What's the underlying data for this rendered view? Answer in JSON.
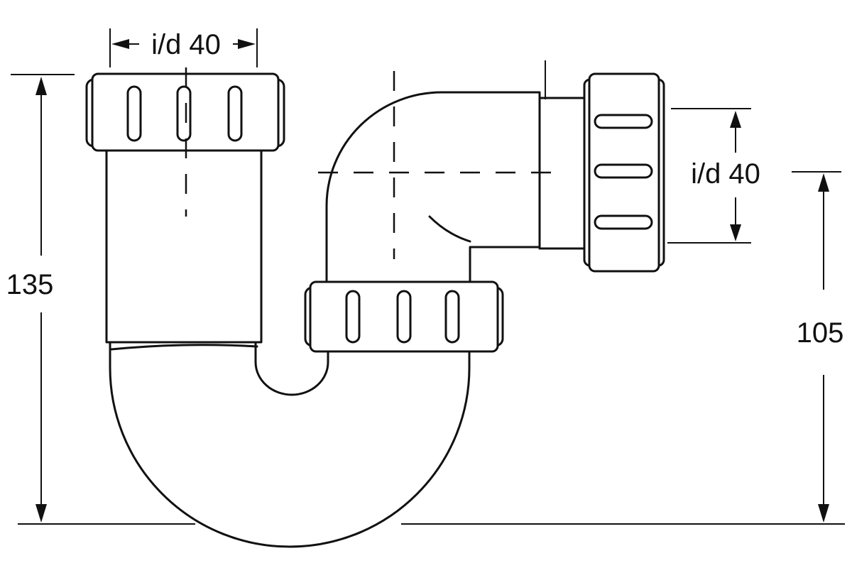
{
  "dimensions": {
    "top_inlet_diameter": "i/d 40",
    "side_outlet_diameter": "i/d 40",
    "overall_height": "135",
    "outlet_height": "105"
  },
  "colors": {
    "line": "#111111",
    "background": "#ffffff"
  }
}
